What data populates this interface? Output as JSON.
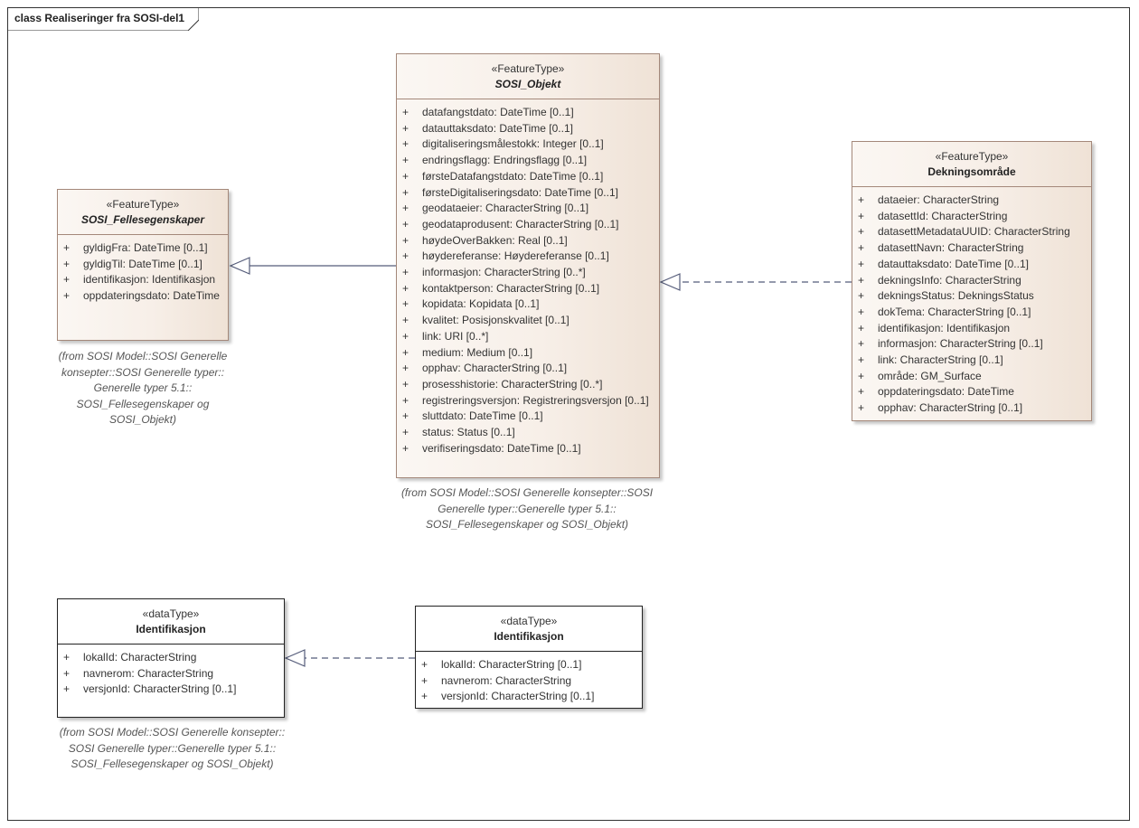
{
  "diagram": {
    "title": "class Realiseringer fra SOSI-del1"
  },
  "classes": {
    "fellesegenskaper": {
      "stereotype": "«FeatureType»",
      "name": "SOSI_Fellesegenskaper",
      "attributes": [
        {
          "vis": "+",
          "text": "gyldigFra: DateTime [0..1]"
        },
        {
          "vis": "+",
          "text": "gyldigTil: DateTime [0..1]"
        },
        {
          "vis": "+",
          "text": "identifikasjon: Identifikasjon"
        },
        {
          "vis": "+",
          "text": "oppdateringsdato: DateTime"
        }
      ],
      "from": [
        "(from SOSI Model::SOSI Generelle",
        "konsepter::SOSI Generelle typer::",
        "Generelle typer 5.1::",
        "SOSI_Fellesegenskaper og",
        "SOSI_Objekt)"
      ]
    },
    "objekt": {
      "stereotype": "«FeatureType»",
      "name": "SOSI_Objekt",
      "attributes": [
        {
          "vis": "+",
          "text": "datafangstdato: DateTime [0..1]"
        },
        {
          "vis": "+",
          "text": "datauttaksdato: DateTime [0..1]"
        },
        {
          "vis": "+",
          "text": "digitaliseringsmålestokk: Integer [0..1]"
        },
        {
          "vis": "+",
          "text": "endringsflagg: Endringsflagg [0..1]"
        },
        {
          "vis": "+",
          "text": "førsteDatafangstdato: DateTime [0..1]"
        },
        {
          "vis": "+",
          "text": "førsteDigitaliseringsdato: DateTime [0..1]"
        },
        {
          "vis": "+",
          "text": "geodataeier: CharacterString [0..1]"
        },
        {
          "vis": "+",
          "text": "geodataprodusent: CharacterString [0..1]"
        },
        {
          "vis": "+",
          "text": "høydeOverBakken: Real [0..1]"
        },
        {
          "vis": "+",
          "text": "høydereferanse: Høydereferanse [0..1]"
        },
        {
          "vis": "+",
          "text": "informasjon: CharacterString [0..*]"
        },
        {
          "vis": "+",
          "text": "kontaktperson: CharacterString [0..1]"
        },
        {
          "vis": "+",
          "text": "kopidata: Kopidata [0..1]"
        },
        {
          "vis": "+",
          "text": "kvalitet: Posisjonskvalitet [0..1]"
        },
        {
          "vis": "+",
          "text": "link: URI [0..*]"
        },
        {
          "vis": "+",
          "text": "medium: Medium [0..1]"
        },
        {
          "vis": "+",
          "text": "opphav: CharacterString [0..1]"
        },
        {
          "vis": "+",
          "text": "prosesshistorie: CharacterString [0..*]"
        },
        {
          "vis": "+",
          "text": "registreringsversjon: Registreringsversjon [0..1]"
        },
        {
          "vis": "+",
          "text": "sluttdato: DateTime [0..1]"
        },
        {
          "vis": "+",
          "text": "status: Status [0..1]"
        },
        {
          "vis": "+",
          "text": "verifiseringsdato: DateTime [0..1]"
        }
      ],
      "from": [
        "(from SOSI Model::SOSI Generelle konsepter::SOSI",
        "Generelle typer::Generelle typer 5.1::",
        "SOSI_Fellesegenskaper og SOSI_Objekt)"
      ]
    },
    "dekningsomrade": {
      "stereotype": "«FeatureType»",
      "name": "Dekningsområde",
      "attributes": [
        {
          "vis": "+",
          "text": "dataeier: CharacterString"
        },
        {
          "vis": "+",
          "text": "datasettId: CharacterString"
        },
        {
          "vis": "+",
          "text": "datasettMetadataUUID: CharacterString"
        },
        {
          "vis": "+",
          "text": "datasettNavn: CharacterString"
        },
        {
          "vis": "+",
          "text": "datauttaksdato: DateTime [0..1]"
        },
        {
          "vis": "+",
          "text": "dekningsInfo: CharacterString"
        },
        {
          "vis": "+",
          "text": "dekningsStatus: DekningsStatus"
        },
        {
          "vis": "+",
          "text": "dokTema: CharacterString [0..1]"
        },
        {
          "vis": "+",
          "text": "identifikasjon: Identifikasjon"
        },
        {
          "vis": "+",
          "text": "informasjon: CharacterString [0..1]"
        },
        {
          "vis": "+",
          "text": "link: CharacterString [0..1]"
        },
        {
          "vis": "+",
          "text": "område: GM_Surface"
        },
        {
          "vis": "+",
          "text": "oppdateringsdato: DateTime"
        },
        {
          "vis": "+",
          "text": "opphav: CharacterString [0..1]"
        }
      ]
    },
    "identifikasjon_src": {
      "stereotype": "«dataType»",
      "name": "Identifikasjon",
      "attributes": [
        {
          "vis": "+",
          "text": "lokalId: CharacterString"
        },
        {
          "vis": "+",
          "text": "navnerom: CharacterString"
        },
        {
          "vis": "+",
          "text": "versjonId: CharacterString [0..1]"
        }
      ],
      "from": [
        "(from SOSI Model::SOSI Generelle konsepter::",
        "SOSI Generelle typer::Generelle typer 5.1::",
        "SOSI_Fellesegenskaper og SOSI_Objekt)"
      ]
    },
    "identifikasjon_real": {
      "stereotype": "«dataType»",
      "name": "Identifikasjon",
      "attributes": [
        {
          "vis": "+",
          "text": "lokalId: CharacterString [0..1]"
        },
        {
          "vis": "+",
          "text": "navnerom: CharacterString"
        },
        {
          "vis": "+",
          "text": "versjonId: CharacterString [0..1]"
        }
      ]
    }
  }
}
